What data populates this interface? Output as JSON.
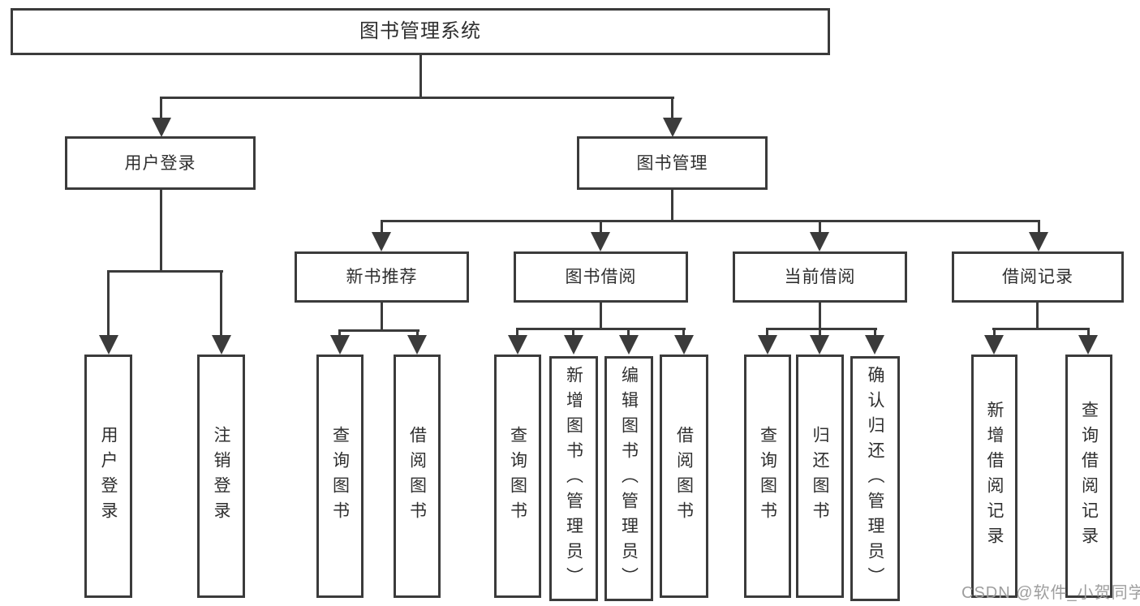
{
  "diagram_title": "图书管理系统",
  "watermark": "CSDN @软件_小贺同学",
  "colors": {
    "line": "#3b3b3b",
    "text": "#2f2f2f",
    "background": "#ffffff",
    "watermark": "#9e9e9e"
  },
  "nodes": {
    "root": {
      "label": "图书管理系统"
    },
    "user_login": {
      "label": "用户登录"
    },
    "book_mgmt": {
      "label": "图书管理"
    },
    "new_book_rec": {
      "label": "新书推荐"
    },
    "book_borrow": {
      "label": "图书借阅"
    },
    "current_borrow": {
      "label": "当前借阅"
    },
    "borrow_records": {
      "label": "借阅记录"
    },
    "leaf_user_login": {
      "label": "用户登录"
    },
    "leaf_logout": {
      "label": "注销登录"
    },
    "leaf_query_book_rec": {
      "label": "查询图书"
    },
    "leaf_borrow_book_rec": {
      "label": "借阅图书"
    },
    "leaf_query_book_bb": {
      "label": "查询图书"
    },
    "leaf_add_book_admin": {
      "label": "新增图书（管理员）"
    },
    "leaf_edit_book_admin": {
      "label": "编辑图书（管理员）"
    },
    "leaf_borrow_book_bb": {
      "label": "借阅图书"
    },
    "leaf_query_book_cb": {
      "label": "查询图书"
    },
    "leaf_return_book": {
      "label": "归还图书"
    },
    "leaf_confirm_return_admin": {
      "label": "确认归还（管理员）"
    },
    "leaf_add_borrow_record": {
      "label": "新增借阅记录"
    },
    "leaf_query_borrow_record": {
      "label": "查询借阅记录"
    }
  },
  "hierarchy": {
    "图书管理系统": {
      "用户登录": [
        "用户登录",
        "注销登录"
      ],
      "图书管理": {
        "新书推荐": [
          "查询图书",
          "借阅图书"
        ],
        "图书借阅": [
          "查询图书",
          "新增图书（管理员）",
          "编辑图书（管理员）",
          "借阅图书"
        ],
        "当前借阅": [
          "查询图书",
          "归还图书",
          "确认归还（管理员）"
        ],
        "借阅记录": [
          "新增借阅记录",
          "查询借阅记录"
        ]
      }
    }
  }
}
